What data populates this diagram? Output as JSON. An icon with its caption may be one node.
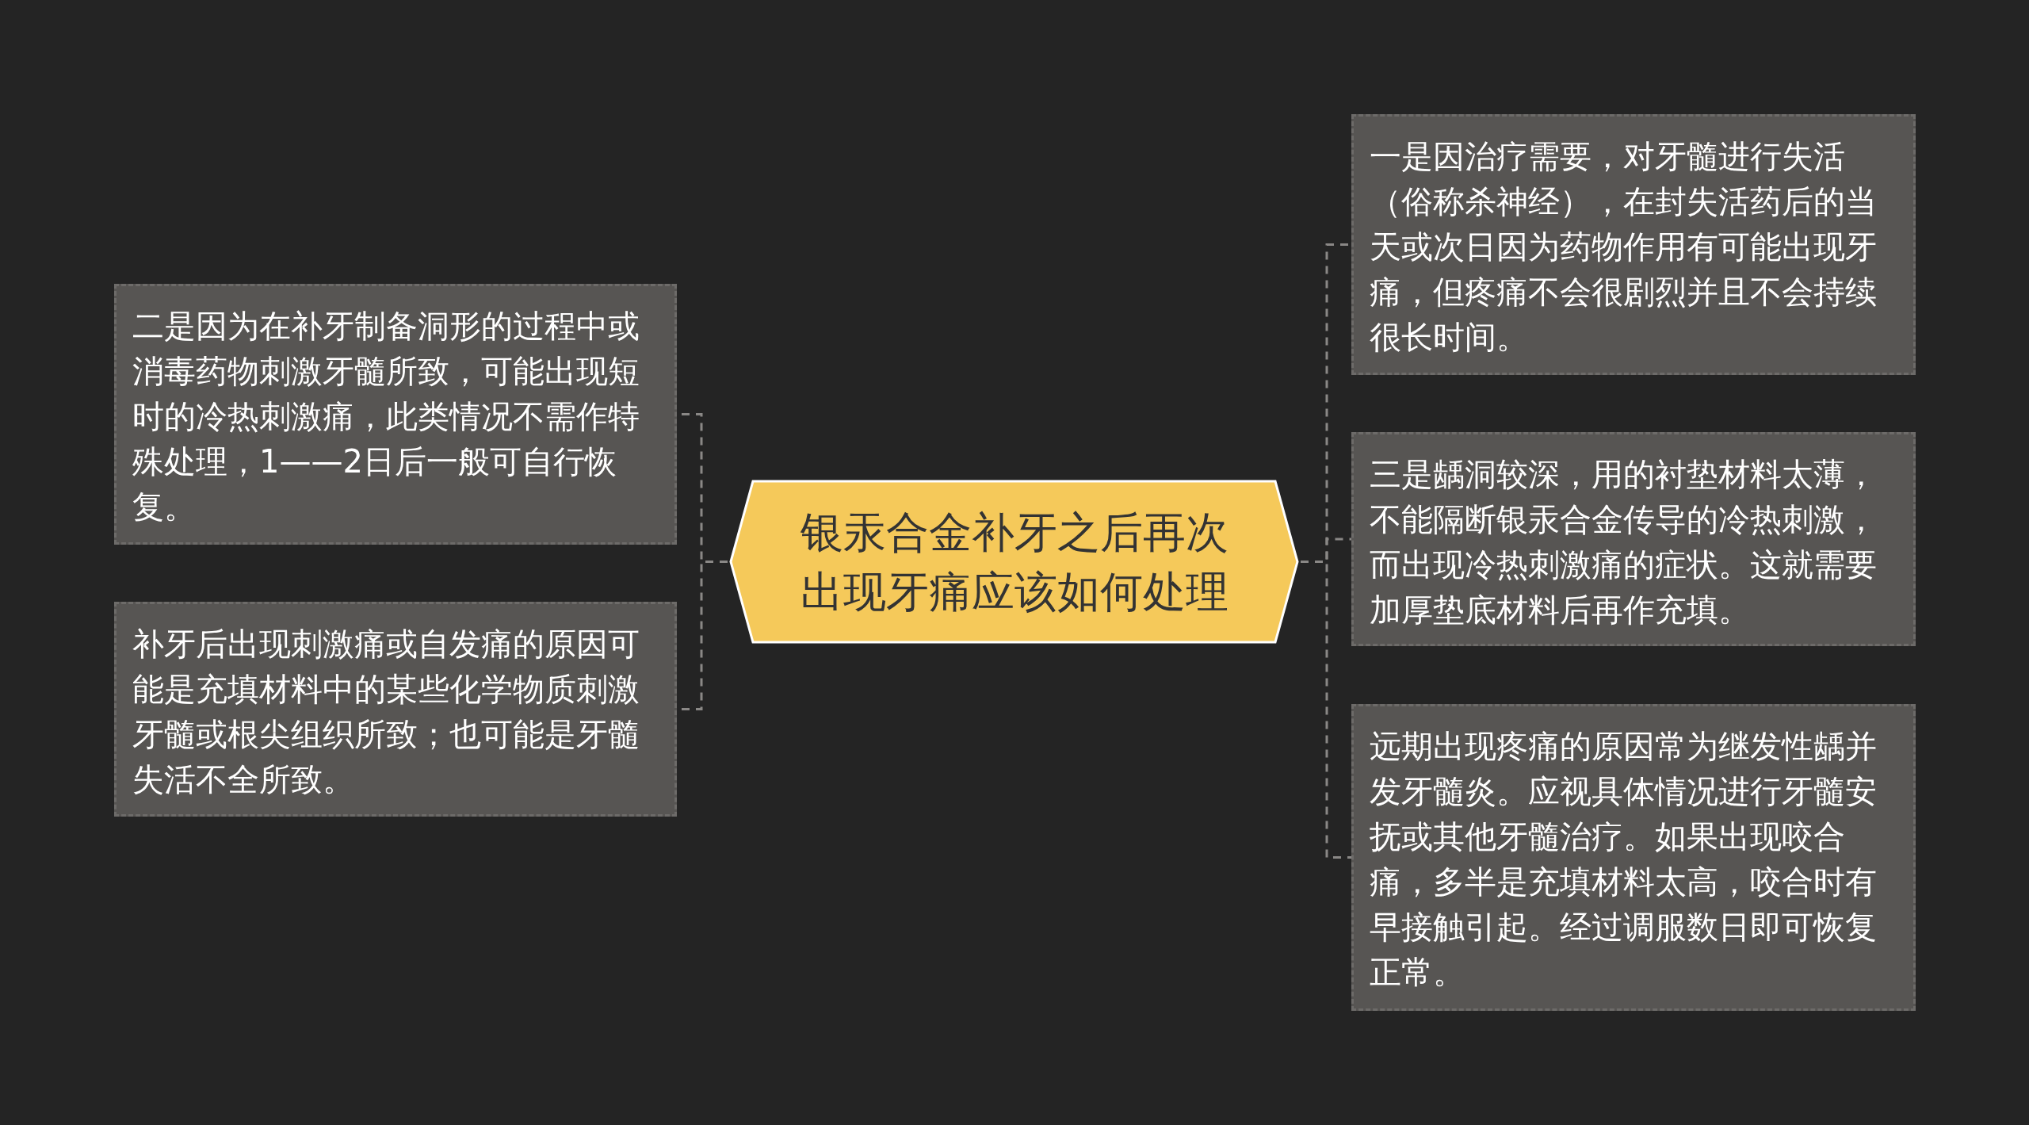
{
  "diagram": {
    "nodes": [
      {
        "text": [
          "银汞合金补牙之后再次出现牙痛应该如何处理"
        ]
      },
      {
        "text": [
          "二是因为在补牙制备洞形的过程中或消毒药物刺激牙髓所致，可能出现短时的冷热刺激痛，此类情况不需作特殊处理，1——2日后一般可自行恢复。"
        ]
      },
      {
        "text": [
          "补牙后出现刺激痛或自发痛的原因可能是充填材料中的某些化学物质刺激牙髓或根尖组织所致；也可能是牙髓失活不全所致。"
        ]
      },
      {
        "text": [
          "一是因治疗需要，对牙髓进行失活（俗称杀神经），在封失活药后的当天或次日因为药物作用有可能出现牙痛，但疼痛不会很剧烈并且不会持续很长时间。"
        ]
      },
      {
        "text": [
          "三是龋洞较深，用的衬垫材料太薄，不能隔断银汞合金传导的冷热刺激，而出现冷热刺激痛的症状。这就需要加厚垫底材料后再作充填。"
        ]
      },
      {
        "text": [
          "远期出现疼痛的原因常为继发性龋并发牙髓炎。应视具体情况进行牙髓安抚或其他牙髓治疗。如果出现咬合痛，多半是充填材料太高，咬合时有早接触引起。经过调服数日即可恢复正常。"
        ]
      }
    ],
    "edges": [
      {
        "from": 0,
        "to": 1,
        "arrow": "none"
      },
      {
        "from": 0,
        "to": 2,
        "arrow": "none"
      },
      {
        "from": 0,
        "to": 3,
        "arrow": "none"
      },
      {
        "from": 0,
        "to": 4,
        "arrow": "none"
      },
      {
        "from": 0,
        "to": 5,
        "arrow": "none"
      }
    ]
  }
}
